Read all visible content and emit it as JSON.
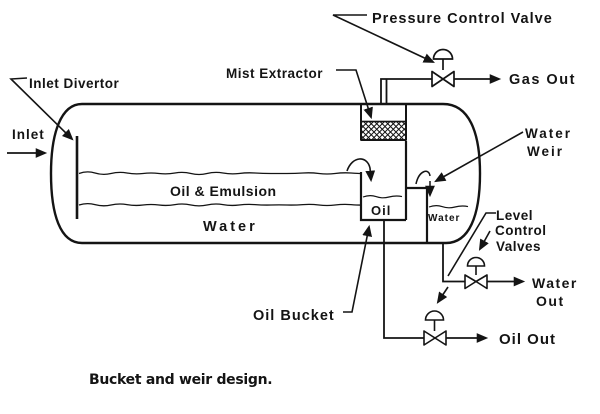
{
  "diagram": {
    "caption": "Bucket and weir design.",
    "labels": {
      "pressure_control_valve": "Pressure Control Valve",
      "gas_out": "Gas Out",
      "mist_extractor": "Mist Extractor",
      "inlet_divertor": "Inlet Divertor",
      "inlet": "Inlet",
      "water_weir_line1": "Water",
      "water_weir_line2": "Weir",
      "oil_emulsion_layer": "Oil & Emulsion",
      "water_layer": "Water",
      "oil_in_bucket": "Oil",
      "water_chamber": "Water",
      "level_control_line1": "Level",
      "level_control_line2": "Control",
      "level_control_line3": "Valves",
      "water_out_line1": "Water",
      "water_out_line2": "Out",
      "oil_out": "Oil Out",
      "oil_bucket": "Oil Bucket"
    },
    "colors": {
      "ink": "#141414",
      "background": "#ffffff"
    }
  }
}
